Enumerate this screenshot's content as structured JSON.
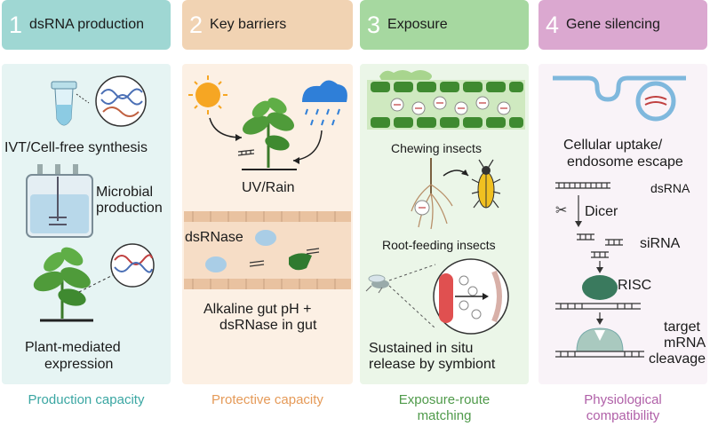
{
  "headers": [
    {
      "num": "1",
      "title": "dsRNA production",
      "color": "#9fd7d3"
    },
    {
      "num": "2",
      "title": "Key barriers",
      "color": "#f1d3b3"
    },
    {
      "num": "3",
      "title": "Exposure",
      "color": "#a6d8a0"
    },
    {
      "num": "4",
      "title": "Gene silencing",
      "color": "#dba8d0"
    }
  ],
  "col1": {
    "ivt_label": "IVT/Cell-free synthesis",
    "microbial_line1": "Microbial",
    "microbial_line2": "production",
    "plant_line1": "Plant-mediated",
    "plant_line2": "expression"
  },
  "col2": {
    "uv_label": "UV/Rain",
    "dsrnase_label": "dsRNase",
    "gut_line1": "Alkaline gut pH +",
    "gut_line2": "dsRNase in gut"
  },
  "col3": {
    "chewing_label": "Chewing insects",
    "root_label": "Root-feeding insects",
    "symbiont_line1": "Sustained in situ",
    "symbiont_line2": "release by symbiont"
  },
  "col4": {
    "uptake_line1": "Cellular uptake/",
    "uptake_line2": "endosome escape",
    "dsrna_label": "dsRNA",
    "dicer_label": "Dicer",
    "sirna_label": "siRNA",
    "risc_label": "RISC",
    "target_line1": "target",
    "target_line2": "mRNA",
    "target_line3": "cleavage"
  },
  "footers": {
    "f1": "Production capacity",
    "f2": "Protective capacity",
    "f3_line1": "Exposure-route",
    "f3_line2": "matching",
    "f4_line1": "Physiological",
    "f4_line2": "compatibility",
    "f1_color": "#3aa6a2",
    "f2_color": "#e59a58",
    "f3_color": "#4f9a4a",
    "f4_color": "#b060a8"
  }
}
